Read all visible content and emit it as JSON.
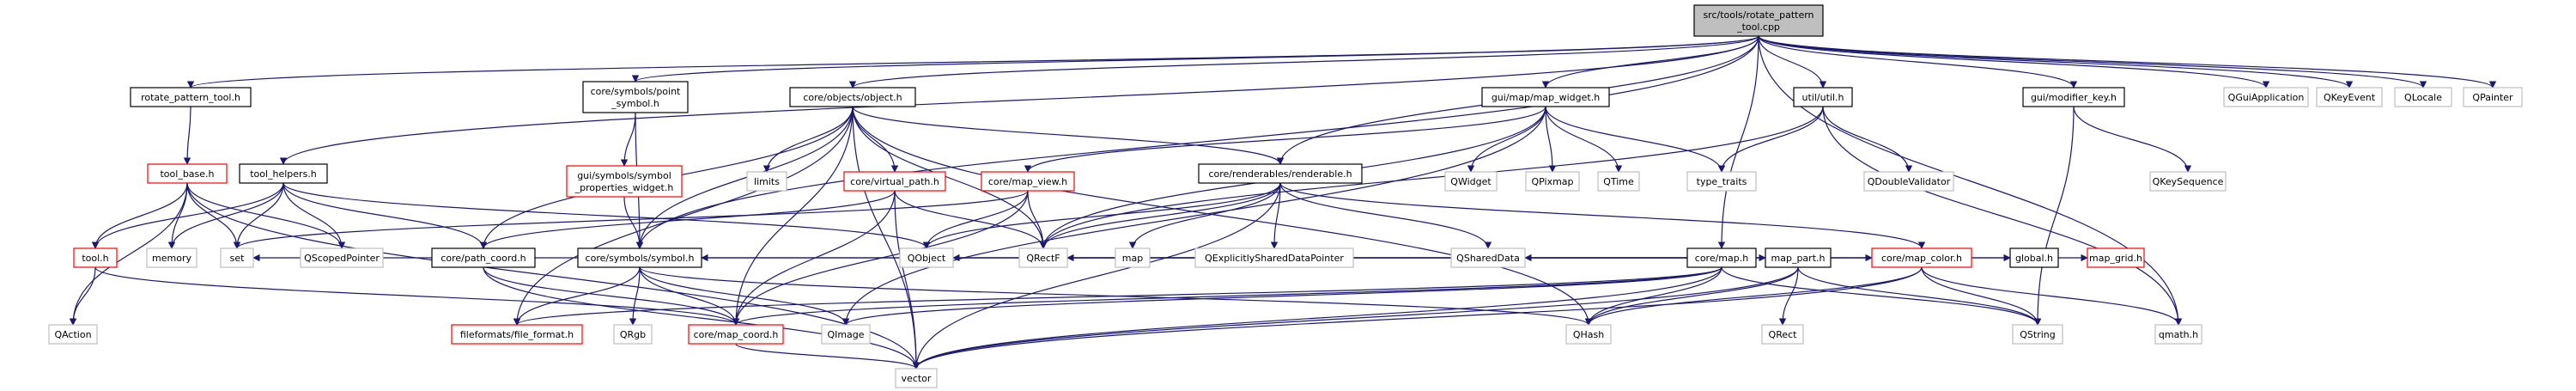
{
  "graph": {
    "colors": {
      "root_fill": "#bfbfbf",
      "node_fill": "#ffffff",
      "documented_border": "#000000",
      "partial_border": "#ff0000",
      "external_border": "#bfbfbf",
      "edge": "#191970"
    },
    "nodes": [
      {
        "id": "root",
        "lines": [
          "src/tools/rotate_pattern",
          "_tool.cpp"
        ],
        "style": "root"
      },
      {
        "id": "rotate_pattern_tool_h",
        "lines": [
          "rotate_pattern_tool.h"
        ],
        "style": "documented"
      },
      {
        "id": "point_symbol_h",
        "lines": [
          "core/symbols/point",
          "_symbol.h"
        ],
        "style": "documented"
      },
      {
        "id": "object_h",
        "lines": [
          "core/objects/object.h"
        ],
        "style": "documented"
      },
      {
        "id": "map_widget_h",
        "lines": [
          "gui/map/map_widget.h"
        ],
        "style": "documented"
      },
      {
        "id": "util_h",
        "lines": [
          "util/util.h"
        ],
        "style": "documented"
      },
      {
        "id": "modifier_key_h",
        "lines": [
          "gui/modifier_key.h"
        ],
        "style": "documented"
      },
      {
        "id": "qguiapplication",
        "lines": [
          "QGuiApplication"
        ],
        "style": "external"
      },
      {
        "id": "qkeyevent",
        "lines": [
          "QKeyEvent"
        ],
        "style": "external"
      },
      {
        "id": "qlocale",
        "lines": [
          "QLocale"
        ],
        "style": "external"
      },
      {
        "id": "qpainter",
        "lines": [
          "QPainter"
        ],
        "style": "external"
      },
      {
        "id": "tool_base_h",
        "lines": [
          "tool_base.h"
        ],
        "style": "partial"
      },
      {
        "id": "tool_helpers_h",
        "lines": [
          "tool_helpers.h"
        ],
        "style": "documented"
      },
      {
        "id": "symbol_properties_widget_h",
        "lines": [
          "gui/symbols/symbol",
          "_properties_widget.h"
        ],
        "style": "partial"
      },
      {
        "id": "limits",
        "lines": [
          "limits"
        ],
        "style": "external"
      },
      {
        "id": "virtual_path_h",
        "lines": [
          "core/virtual_path.h"
        ],
        "style": "partial"
      },
      {
        "id": "map_view_h",
        "lines": [
          "core/map_view.h"
        ],
        "style": "partial"
      },
      {
        "id": "renderable_h",
        "lines": [
          "core/renderables/renderable.h"
        ],
        "style": "documented"
      },
      {
        "id": "qwidget",
        "lines": [
          "QWidget"
        ],
        "style": "external"
      },
      {
        "id": "qpixmap",
        "lines": [
          "QPixmap"
        ],
        "style": "external"
      },
      {
        "id": "qtime",
        "lines": [
          "QTime"
        ],
        "style": "external"
      },
      {
        "id": "type_traits",
        "lines": [
          "type_traits"
        ],
        "style": "external"
      },
      {
        "id": "qdoublevalidator",
        "lines": [
          "QDoubleValidator"
        ],
        "style": "external"
      },
      {
        "id": "qkeysequence",
        "lines": [
          "QKeySequence"
        ],
        "style": "external"
      },
      {
        "id": "map_h",
        "lines": [
          "core/map.h"
        ],
        "style": "documented"
      },
      {
        "id": "tool_h",
        "lines": [
          "tool.h"
        ],
        "style": "partial"
      },
      {
        "id": "memory",
        "lines": [
          "memory"
        ],
        "style": "external"
      },
      {
        "id": "set",
        "lines": [
          "set"
        ],
        "style": "external"
      },
      {
        "id": "qscopedpointer",
        "lines": [
          "QScopedPointer"
        ],
        "style": "external"
      },
      {
        "id": "path_coord_h",
        "lines": [
          "core/path_coord.h"
        ],
        "style": "documented"
      },
      {
        "id": "symbol_h",
        "lines": [
          "core/symbols/symbol.h"
        ],
        "style": "documented"
      },
      {
        "id": "qobject",
        "lines": [
          "QObject"
        ],
        "style": "external"
      },
      {
        "id": "qrectf",
        "lines": [
          "QRectF"
        ],
        "style": "external"
      },
      {
        "id": "map",
        "lines": [
          "map"
        ],
        "style": "external"
      },
      {
        "id": "qexplicitlyshareddatapointer",
        "lines": [
          "QExplicitlySharedDataPointer"
        ],
        "style": "external"
      },
      {
        "id": "qshareddata",
        "lines": [
          "QSharedData"
        ],
        "style": "external"
      },
      {
        "id": "map_part_h",
        "lines": [
          "map_part.h"
        ],
        "style": "documented"
      },
      {
        "id": "map_color_h",
        "lines": [
          "core/map_color.h"
        ],
        "style": "partial"
      },
      {
        "id": "global_h",
        "lines": [
          "global.h"
        ],
        "style": "documented"
      },
      {
        "id": "map_grid_h",
        "lines": [
          "map_grid.h"
        ],
        "style": "partial"
      },
      {
        "id": "qaction",
        "lines": [
          "QAction"
        ],
        "style": "external"
      },
      {
        "id": "file_format_h",
        "lines": [
          "fileformats/file_format.h"
        ],
        "style": "partial"
      },
      {
        "id": "qrgb",
        "lines": [
          "QRgb"
        ],
        "style": "external"
      },
      {
        "id": "map_coord_h",
        "lines": [
          "core/map_coord.h"
        ],
        "style": "partial"
      },
      {
        "id": "qimage",
        "lines": [
          "QImage"
        ],
        "style": "external"
      },
      {
        "id": "qhash",
        "lines": [
          "QHash"
        ],
        "style": "external"
      },
      {
        "id": "qrect",
        "lines": [
          "QRect"
        ],
        "style": "external"
      },
      {
        "id": "qstring",
        "lines": [
          "QString"
        ],
        "style": "external"
      },
      {
        "id": "qmath_h",
        "lines": [
          "qmath.h"
        ],
        "style": "external"
      },
      {
        "id": "vector",
        "lines": [
          "vector"
        ],
        "style": "external"
      }
    ],
    "edges": [
      [
        "root",
        "rotate_pattern_tool_h"
      ],
      [
        "root",
        "point_symbol_h"
      ],
      [
        "root",
        "object_h"
      ],
      [
        "root",
        "map_widget_h"
      ],
      [
        "root",
        "util_h"
      ],
      [
        "root",
        "modifier_key_h"
      ],
      [
        "root",
        "qguiapplication"
      ],
      [
        "root",
        "qkeyevent"
      ],
      [
        "root",
        "qlocale"
      ],
      [
        "root",
        "qpainter"
      ],
      [
        "root",
        "tool_helpers_h"
      ],
      [
        "root",
        "symbol_h"
      ],
      [
        "root",
        "renderable_h"
      ],
      [
        "root",
        "map_h"
      ],
      [
        "root",
        "qmath_h"
      ],
      [
        "rotate_pattern_tool_h",
        "tool_base_h"
      ],
      [
        "point_symbol_h",
        "symbol_properties_widget_h"
      ],
      [
        "point_symbol_h",
        "symbol_h"
      ],
      [
        "object_h",
        "vector"
      ],
      [
        "object_h",
        "limits"
      ],
      [
        "object_h",
        "virtual_path_h"
      ],
      [
        "object_h",
        "qrectf"
      ],
      [
        "object_h",
        "qhash"
      ],
      [
        "object_h",
        "symbol_h"
      ],
      [
        "object_h",
        "map_coord_h"
      ],
      [
        "object_h",
        "path_coord_h"
      ],
      [
        "object_h",
        "renderable_h"
      ],
      [
        "object_h",
        "file_format_h"
      ],
      [
        "map_widget_h",
        "qwidget"
      ],
      [
        "map_widget_h",
        "qpixmap"
      ],
      [
        "map_widget_h",
        "qtime"
      ],
      [
        "map_widget_h",
        "type_traits"
      ],
      [
        "map_widget_h",
        "map_view_h"
      ],
      [
        "map_widget_h",
        "qrectf"
      ],
      [
        "map_widget_h",
        "qimage"
      ],
      [
        "util_h",
        "type_traits"
      ],
      [
        "util_h",
        "qdoublevalidator"
      ],
      [
        "util_h",
        "qmath_h"
      ],
      [
        "util_h",
        "qrectf"
      ],
      [
        "modifier_key_h",
        "qkeysequence"
      ],
      [
        "modifier_key_h",
        "qstring"
      ],
      [
        "tool_base_h",
        "tool_h"
      ],
      [
        "tool_base_h",
        "memory"
      ],
      [
        "tool_base_h",
        "set"
      ],
      [
        "tool_base_h",
        "qscopedpointer"
      ],
      [
        "tool_base_h",
        "vector"
      ],
      [
        "tool_base_h",
        "qaction"
      ],
      [
        "tool_helpers_h",
        "memory"
      ],
      [
        "tool_helpers_h",
        "set"
      ],
      [
        "tool_helpers_h",
        "tool_h"
      ],
      [
        "tool_helpers_h",
        "path_coord_h"
      ],
      [
        "tool_helpers_h",
        "qscopedpointer"
      ],
      [
        "tool_helpers_h",
        "qobject"
      ],
      [
        "symbol_properties_widget_h",
        "symbol_h"
      ],
      [
        "virtual_path_h",
        "path_coord_h"
      ],
      [
        "virtual_path_h",
        "qrectf"
      ],
      [
        "virtual_path_h",
        "vector"
      ],
      [
        "virtual_path_h",
        "map_coord_h"
      ],
      [
        "map_view_h",
        "set"
      ],
      [
        "map_view_h",
        "qobject"
      ],
      [
        "map_view_h",
        "qrectf"
      ],
      [
        "map_view_h",
        "map_coord_h"
      ],
      [
        "renderable_h",
        "qrectf"
      ],
      [
        "renderable_h",
        "map"
      ],
      [
        "renderable_h",
        "qexplicitlyshareddatapointer"
      ],
      [
        "renderable_h",
        "qshareddata"
      ],
      [
        "renderable_h",
        "vector"
      ],
      [
        "renderable_h",
        "map_color_h"
      ],
      [
        "renderable_h",
        "qobject"
      ],
      [
        "map_h",
        "qobject"
      ],
      [
        "map_h",
        "vector"
      ],
      [
        "map_h",
        "set"
      ],
      [
        "map_h",
        "qpointer_placeholder"
      ],
      [
        "map_h",
        "qrectf"
      ],
      [
        "map_h",
        "qshareddata"
      ],
      [
        "map_h",
        "global_h"
      ],
      [
        "map_h",
        "map_grid_h"
      ],
      [
        "map_h",
        "map_part_h"
      ],
      [
        "map_h",
        "map_color_h"
      ],
      [
        "map_h",
        "qhash"
      ],
      [
        "map_h",
        "qstring"
      ],
      [
        "map_h",
        "map_coord_h"
      ],
      [
        "map_h",
        "file_format_h"
      ],
      [
        "map_h",
        "symbol_h"
      ],
      [
        "map_h",
        "qimage"
      ],
      [
        "tool_h",
        "qaction"
      ],
      [
        "tool_h",
        "map_coord_h"
      ],
      [
        "path_coord_h",
        "vector"
      ],
      [
        "path_coord_h",
        "map_coord_h"
      ],
      [
        "symbol_h",
        "qrgb"
      ],
      [
        "symbol_h",
        "file_format_h"
      ],
      [
        "symbol_h",
        "map_coord_h"
      ],
      [
        "symbol_h",
        "qimage"
      ],
      [
        "symbol_h",
        "qhash"
      ],
      [
        "map_part_h",
        "qhash"
      ],
      [
        "map_part_h",
        "qrect"
      ],
      [
        "map_part_h",
        "qstring"
      ],
      [
        "map_part_h",
        "vector"
      ],
      [
        "map_color_h",
        "qstring"
      ],
      [
        "map_color_h",
        "qhash"
      ],
      [
        "map_color_h",
        "vector"
      ],
      [
        "map_color_h",
        "qmath_h"
      ],
      [
        "map_coord_h",
        "vector"
      ]
    ]
  }
}
